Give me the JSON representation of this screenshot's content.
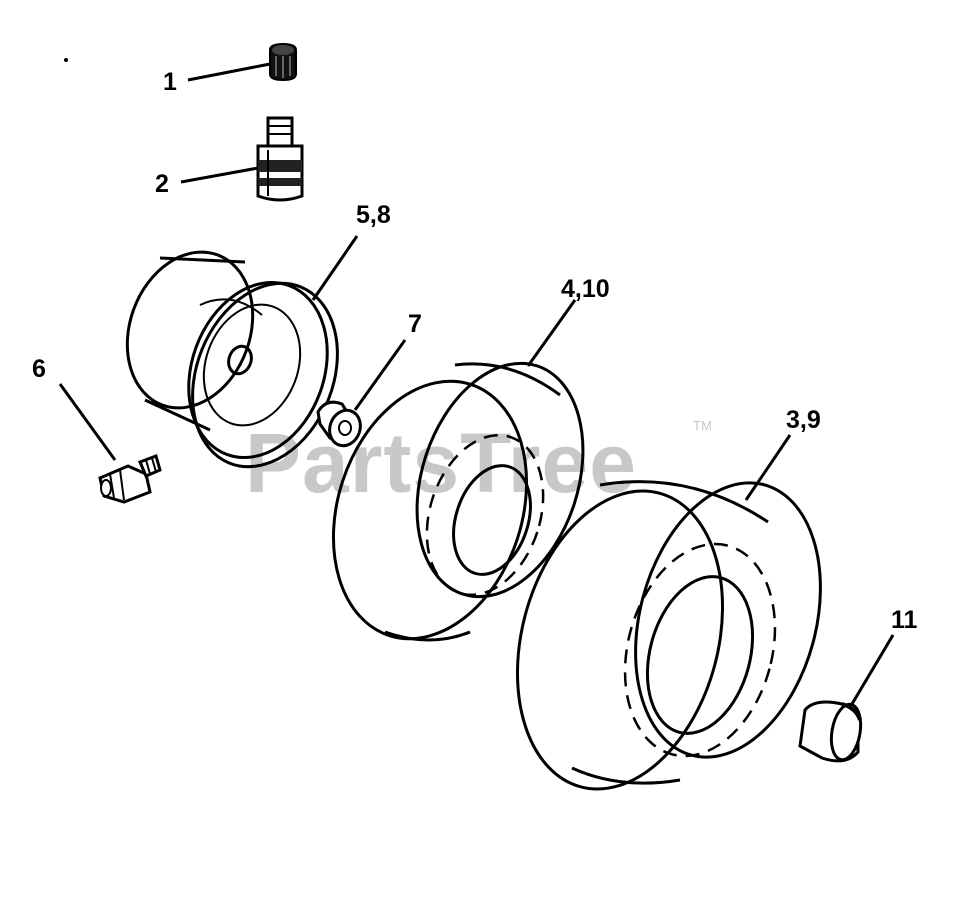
{
  "watermark": {
    "text": "PartsTree",
    "trademark": "TM"
  },
  "callouts": [
    {
      "id": "1",
      "label": "1"
    },
    {
      "id": "2",
      "label": "2"
    },
    {
      "id": "5_8",
      "label": "5,8"
    },
    {
      "id": "6",
      "label": "6"
    },
    {
      "id": "7",
      "label": "7"
    },
    {
      "id": "4_10",
      "label": "4,10"
    },
    {
      "id": "3_9",
      "label": "3,9"
    },
    {
      "id": "11",
      "label": "11"
    }
  ],
  "colors": {
    "line": "#000000",
    "background": "#ffffff",
    "watermark": "#c8c8c8"
  }
}
